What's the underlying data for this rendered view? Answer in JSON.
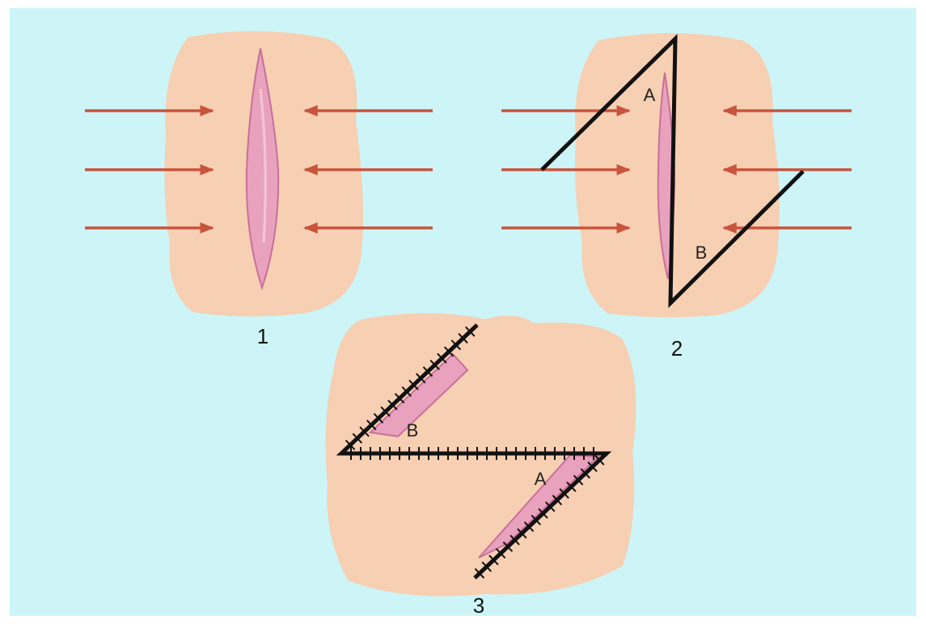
{
  "colors": {
    "background": "#cdf5f7",
    "frame": "#ffffff",
    "skin": "#f7cfb2",
    "wound": "#e8a2bd",
    "wound_edge": "#c96f9a",
    "tension_line": "#c8543e",
    "incision": "#111111"
  },
  "panels": [
    {
      "number": "1"
    },
    {
      "number": "2",
      "flap_labels": [
        "A",
        "B"
      ]
    },
    {
      "number": "3",
      "flap_labels": [
        "B",
        "A"
      ]
    }
  ]
}
